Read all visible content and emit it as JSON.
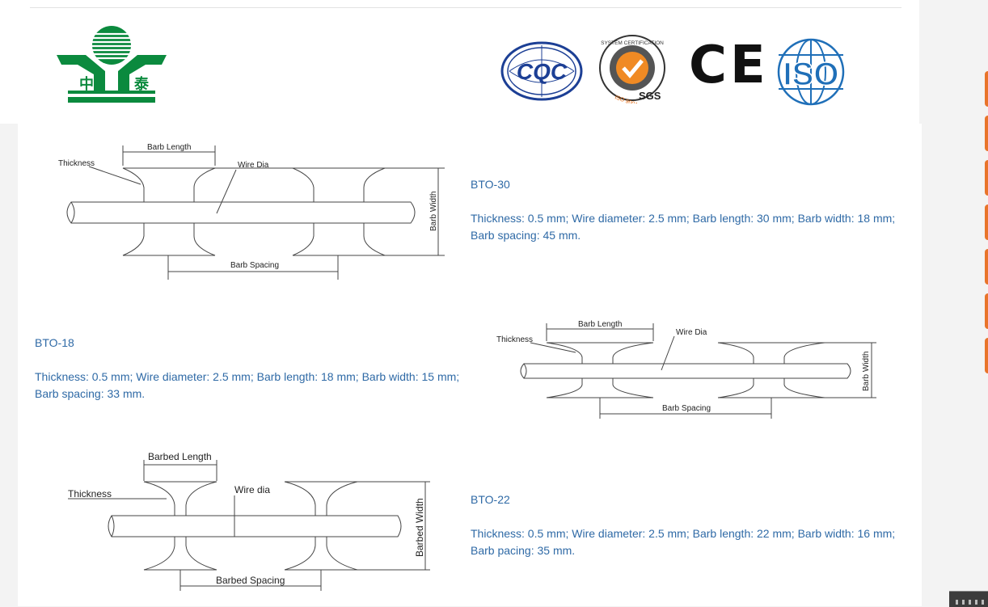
{
  "header": {
    "logo_text_1": "中",
    "logo_text_2": "泰",
    "certifications": [
      {
        "name": "CQC",
        "icon": "cqc-logo"
      },
      {
        "name": "SGS",
        "icon": "sgs-logo",
        "ring_text": "SYSTEM CERTIFICATION",
        "sub_text": "ISO 9001:2000"
      },
      {
        "name": "CE",
        "icon": "ce-mark"
      },
      {
        "name": "ISO",
        "icon": "iso-logo"
      }
    ]
  },
  "diagram_labels": {
    "barb_length": "Barb Length",
    "thickness": "Thickness",
    "wire_dia": "Wire Dia",
    "barb_width": "Barb Width",
    "barb_spacing": "Barb Spacing",
    "barbed_length": "Barbed Length",
    "wire_dia_lower": "Wire dia",
    "barbed_width": "Barbed Width",
    "barbed_spacing": "Barbed Spacing"
  },
  "products": [
    {
      "name": "BTO-30",
      "desc_line1": "Thickness: 0.5 mm; Wire diameter: 2.5 mm; Barb length: 30 mm; Barb width: 18 mm;",
      "desc_line2": "Barb spacing: 45 mm."
    },
    {
      "name": "BTO-18",
      "desc_line1": "Thickness: 0.5 mm; Wire diameter: 2.5 mm; Barb length: 18 mm; Barb width: 15 mm;",
      "desc_line2": "Barb spacing: 33 mm."
    },
    {
      "name": "BTO-22",
      "desc_line1": "Thickness: 0.5 mm; Wire diameter: 2.5 mm; Barb length: 22 mm; Barb width: 16 mm;",
      "desc_line2": "Barb pacing: 35 mm."
    }
  ],
  "colors": {
    "text_blue": "#2f6aa6",
    "logo_green": "#0b8a3e",
    "accent_orange": "#e8742a",
    "cqc_blue": "#1c3f95",
    "sgs_orange": "#f08a24"
  }
}
